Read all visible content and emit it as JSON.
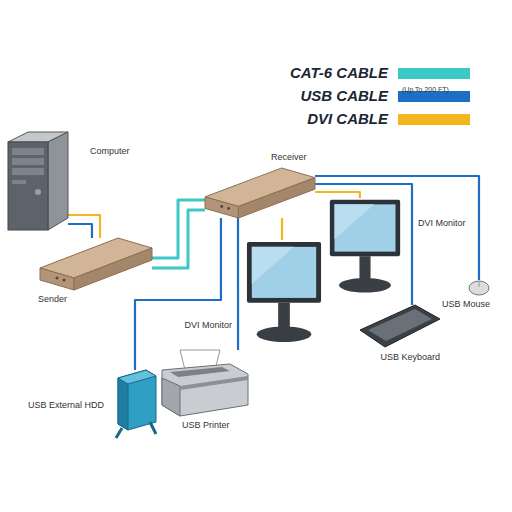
{
  "diagram": {
    "nodes": [
      {
        "text": [
          "Computer"
        ]
      },
      {
        "text": [
          "Receiver"
        ]
      },
      {
        "text": [
          "Sender"
        ]
      },
      {
        "text": [
          "DVI Monitor"
        ]
      },
      {
        "text": [
          "USB Mouse"
        ]
      },
      {
        "text": [
          "DVI Monitor"
        ]
      },
      {
        "text": [
          "USB Keyboard"
        ]
      },
      {
        "text": [
          "USB External HDD"
        ]
      },
      {
        "text": [
          "USB Printer"
        ]
      }
    ],
    "edges": [
      {
        "from": 0,
        "to": 2,
        "arrow": "none"
      },
      {
        "from": 0,
        "to": 2,
        "arrow": "none"
      },
      {
        "from": 2,
        "to": 1,
        "arrow": "none"
      },
      {
        "from": 2,
        "to": 1,
        "arrow": "none"
      },
      {
        "from": 1,
        "to": 4,
        "arrow": "none"
      },
      {
        "from": 1,
        "to": 6,
        "arrow": "none"
      },
      {
        "from": 1,
        "to": 3,
        "arrow": "none"
      },
      {
        "from": 1,
        "to": 5,
        "arrow": "none"
      },
      {
        "from": 1,
        "to": 8,
        "arrow": "none"
      },
      {
        "from": 1,
        "to": 7,
        "arrow": "none"
      }
    ],
    "labels": [
      "(Up To 200 FT)"
    ],
    "legend": [
      {
        "text": "CAT-6 CABLE",
        "color": "#3cc8c4"
      },
      {
        "text": "USB CABLE",
        "color": "#1d6fc5"
      },
      {
        "text": "DVI CABLE",
        "color": "#f3b61f"
      }
    ]
  }
}
